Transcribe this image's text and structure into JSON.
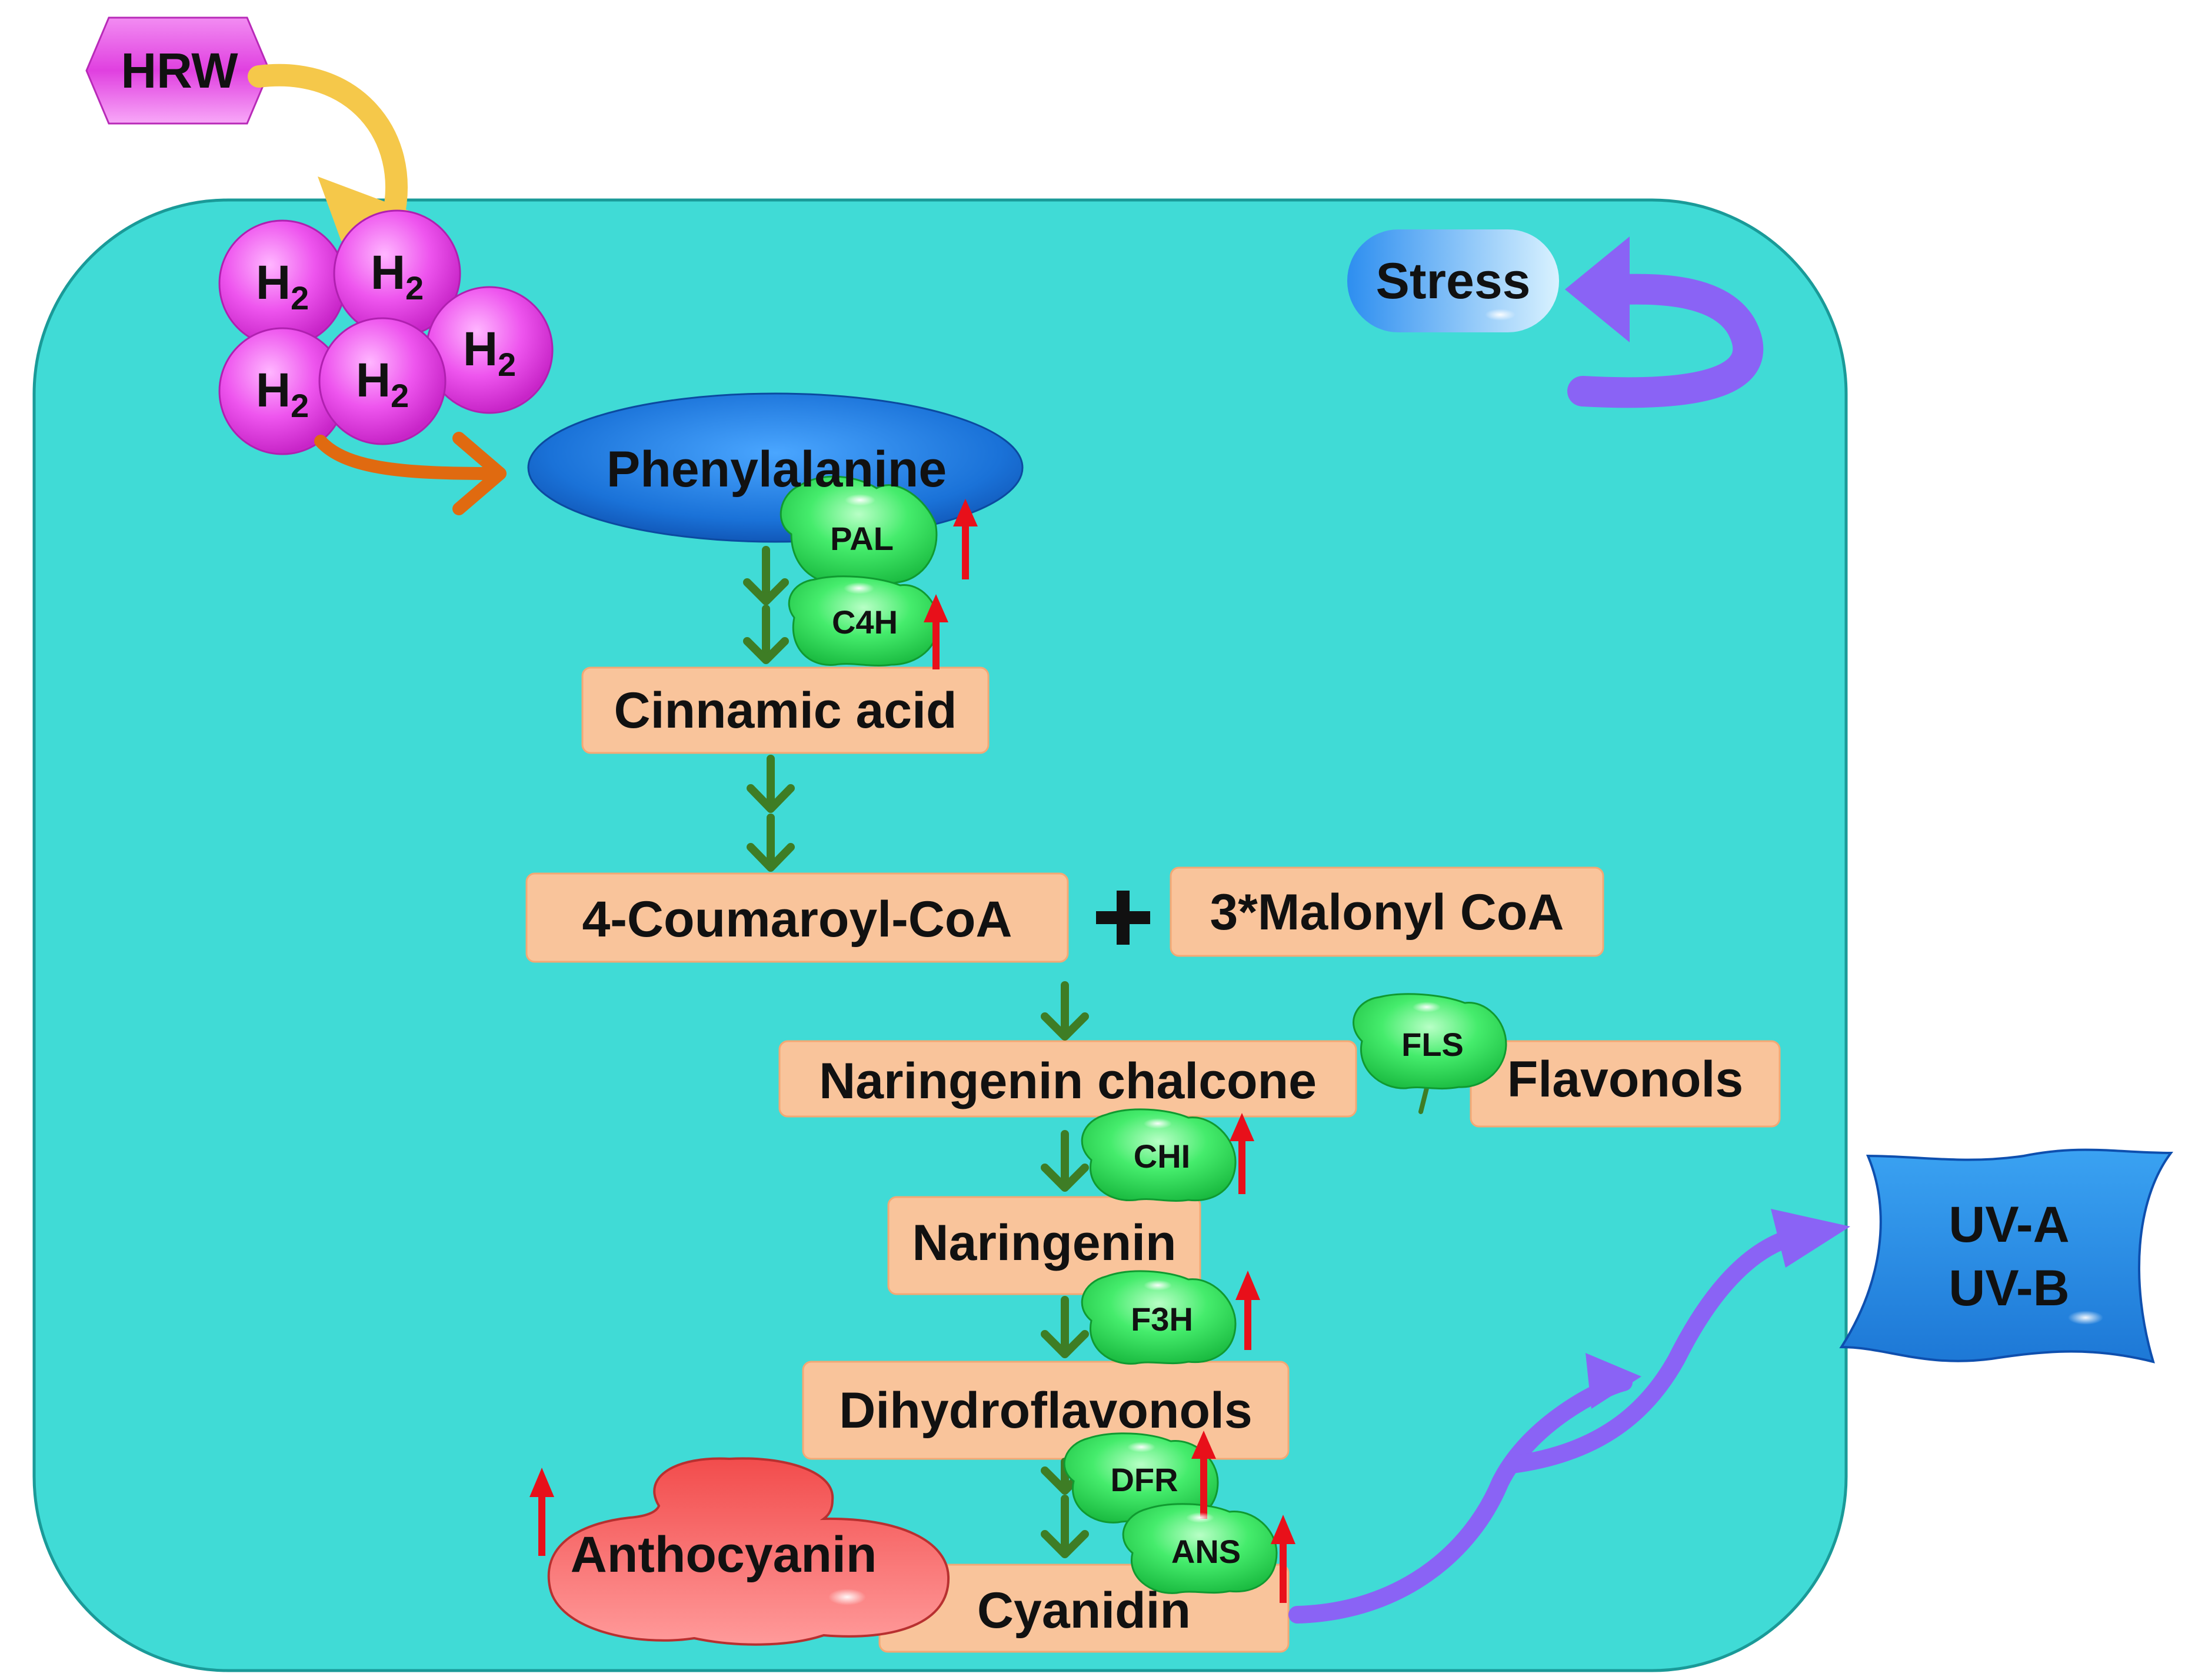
{
  "hrw": "HRW",
  "stress": "Stress",
  "h2_label": "H",
  "h2_subscript": "2",
  "metabolites": {
    "phenylalanine": "Phenylalanine",
    "cinnamic_acid": "Cinnamic acid",
    "coumaroyl_coa": "4-Coumaroyl-CoA",
    "plus": "+",
    "malonyl_coa": "3*Malonyl CoA",
    "naringenin_chalcone": "Naringenin chalcone",
    "flavonols": "Flavonols",
    "naringenin": "Naringenin",
    "dihydroflavonols": "Dihydroflavonols",
    "cyanidin": "Cyanidin",
    "anthocyanin": "Anthocyanin"
  },
  "enzymes": {
    "pal": "PAL",
    "c4h": "C4H",
    "fls": "FLS",
    "chi": "CHI",
    "f3h": "F3H",
    "dfr": "DFR",
    "ans": "ANS"
  },
  "uv": {
    "line1": "UV-A",
    "line2": "UV-B"
  },
  "colors": {
    "cell_fill": "#40dbd6",
    "metabolite_box": "#f9c49b",
    "enzyme_green": "#33e05f",
    "upregulation_arrow": "#e8101a",
    "pathway_arrow": "#3e7d25",
    "h2_magenta": "#e83de8",
    "phenylalanine_blue": "#1f7fe0",
    "uv_blue": "#2f8fe6",
    "stress_arrow": "#8a63f5",
    "hrw_arrow": "#f5c84a",
    "h2_to_phe_arrow": "#e06a10",
    "anthocyanin_red": "#f06060"
  }
}
